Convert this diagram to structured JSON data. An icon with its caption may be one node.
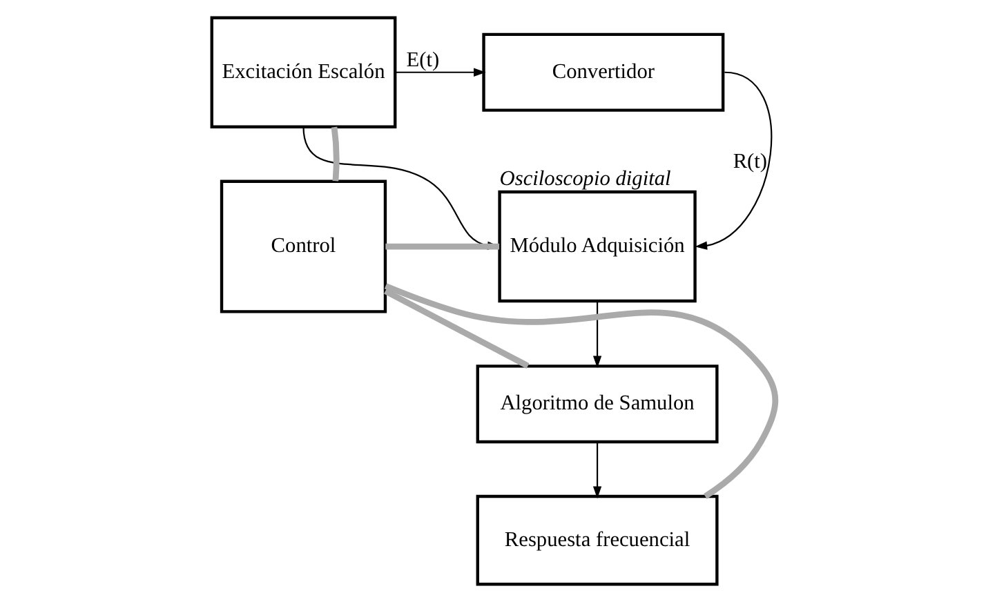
{
  "diagram": {
    "nodes": [
      {
        "text": [
          "Excitación Escalón"
        ]
      },
      {
        "text": [
          "Convertidor"
        ]
      },
      {
        "text": [
          "Módulo Adquisición"
        ],
        "beside": [
          "Osciloscopio digital"
        ]
      },
      {
        "text": [
          "Control"
        ]
      },
      {
        "text": [
          "Algoritmo de Samulon"
        ]
      },
      {
        "text": [
          "Respuesta frecuencial"
        ]
      }
    ],
    "edges": [
      {
        "from": 0,
        "to": 1,
        "arrow": "to",
        "label": "E(t)"
      },
      {
        "from": 0,
        "to": 2,
        "arrow": "to"
      },
      {
        "from": 1,
        "to": 2,
        "arrow": "to",
        "label": "R(t)"
      },
      {
        "from": 3,
        "to": 0,
        "arrow": "none",
        "style": "thick",
        "color": "#aaaaaa"
      },
      {
        "from": 3,
        "to": 2,
        "arrow": "none",
        "style": "thick",
        "color": "#aaaaaa"
      },
      {
        "from": 3,
        "to": 4,
        "arrow": "none",
        "style": "thick",
        "color": "#aaaaaa"
      },
      {
        "from": 3,
        "to": 5,
        "arrow": "none",
        "style": "thick",
        "color": "#aaaaaa"
      },
      {
        "from": 2,
        "to": 4,
        "arrow": "to"
      },
      {
        "from": 4,
        "to": 5,
        "arrow": "to"
      }
    ]
  }
}
